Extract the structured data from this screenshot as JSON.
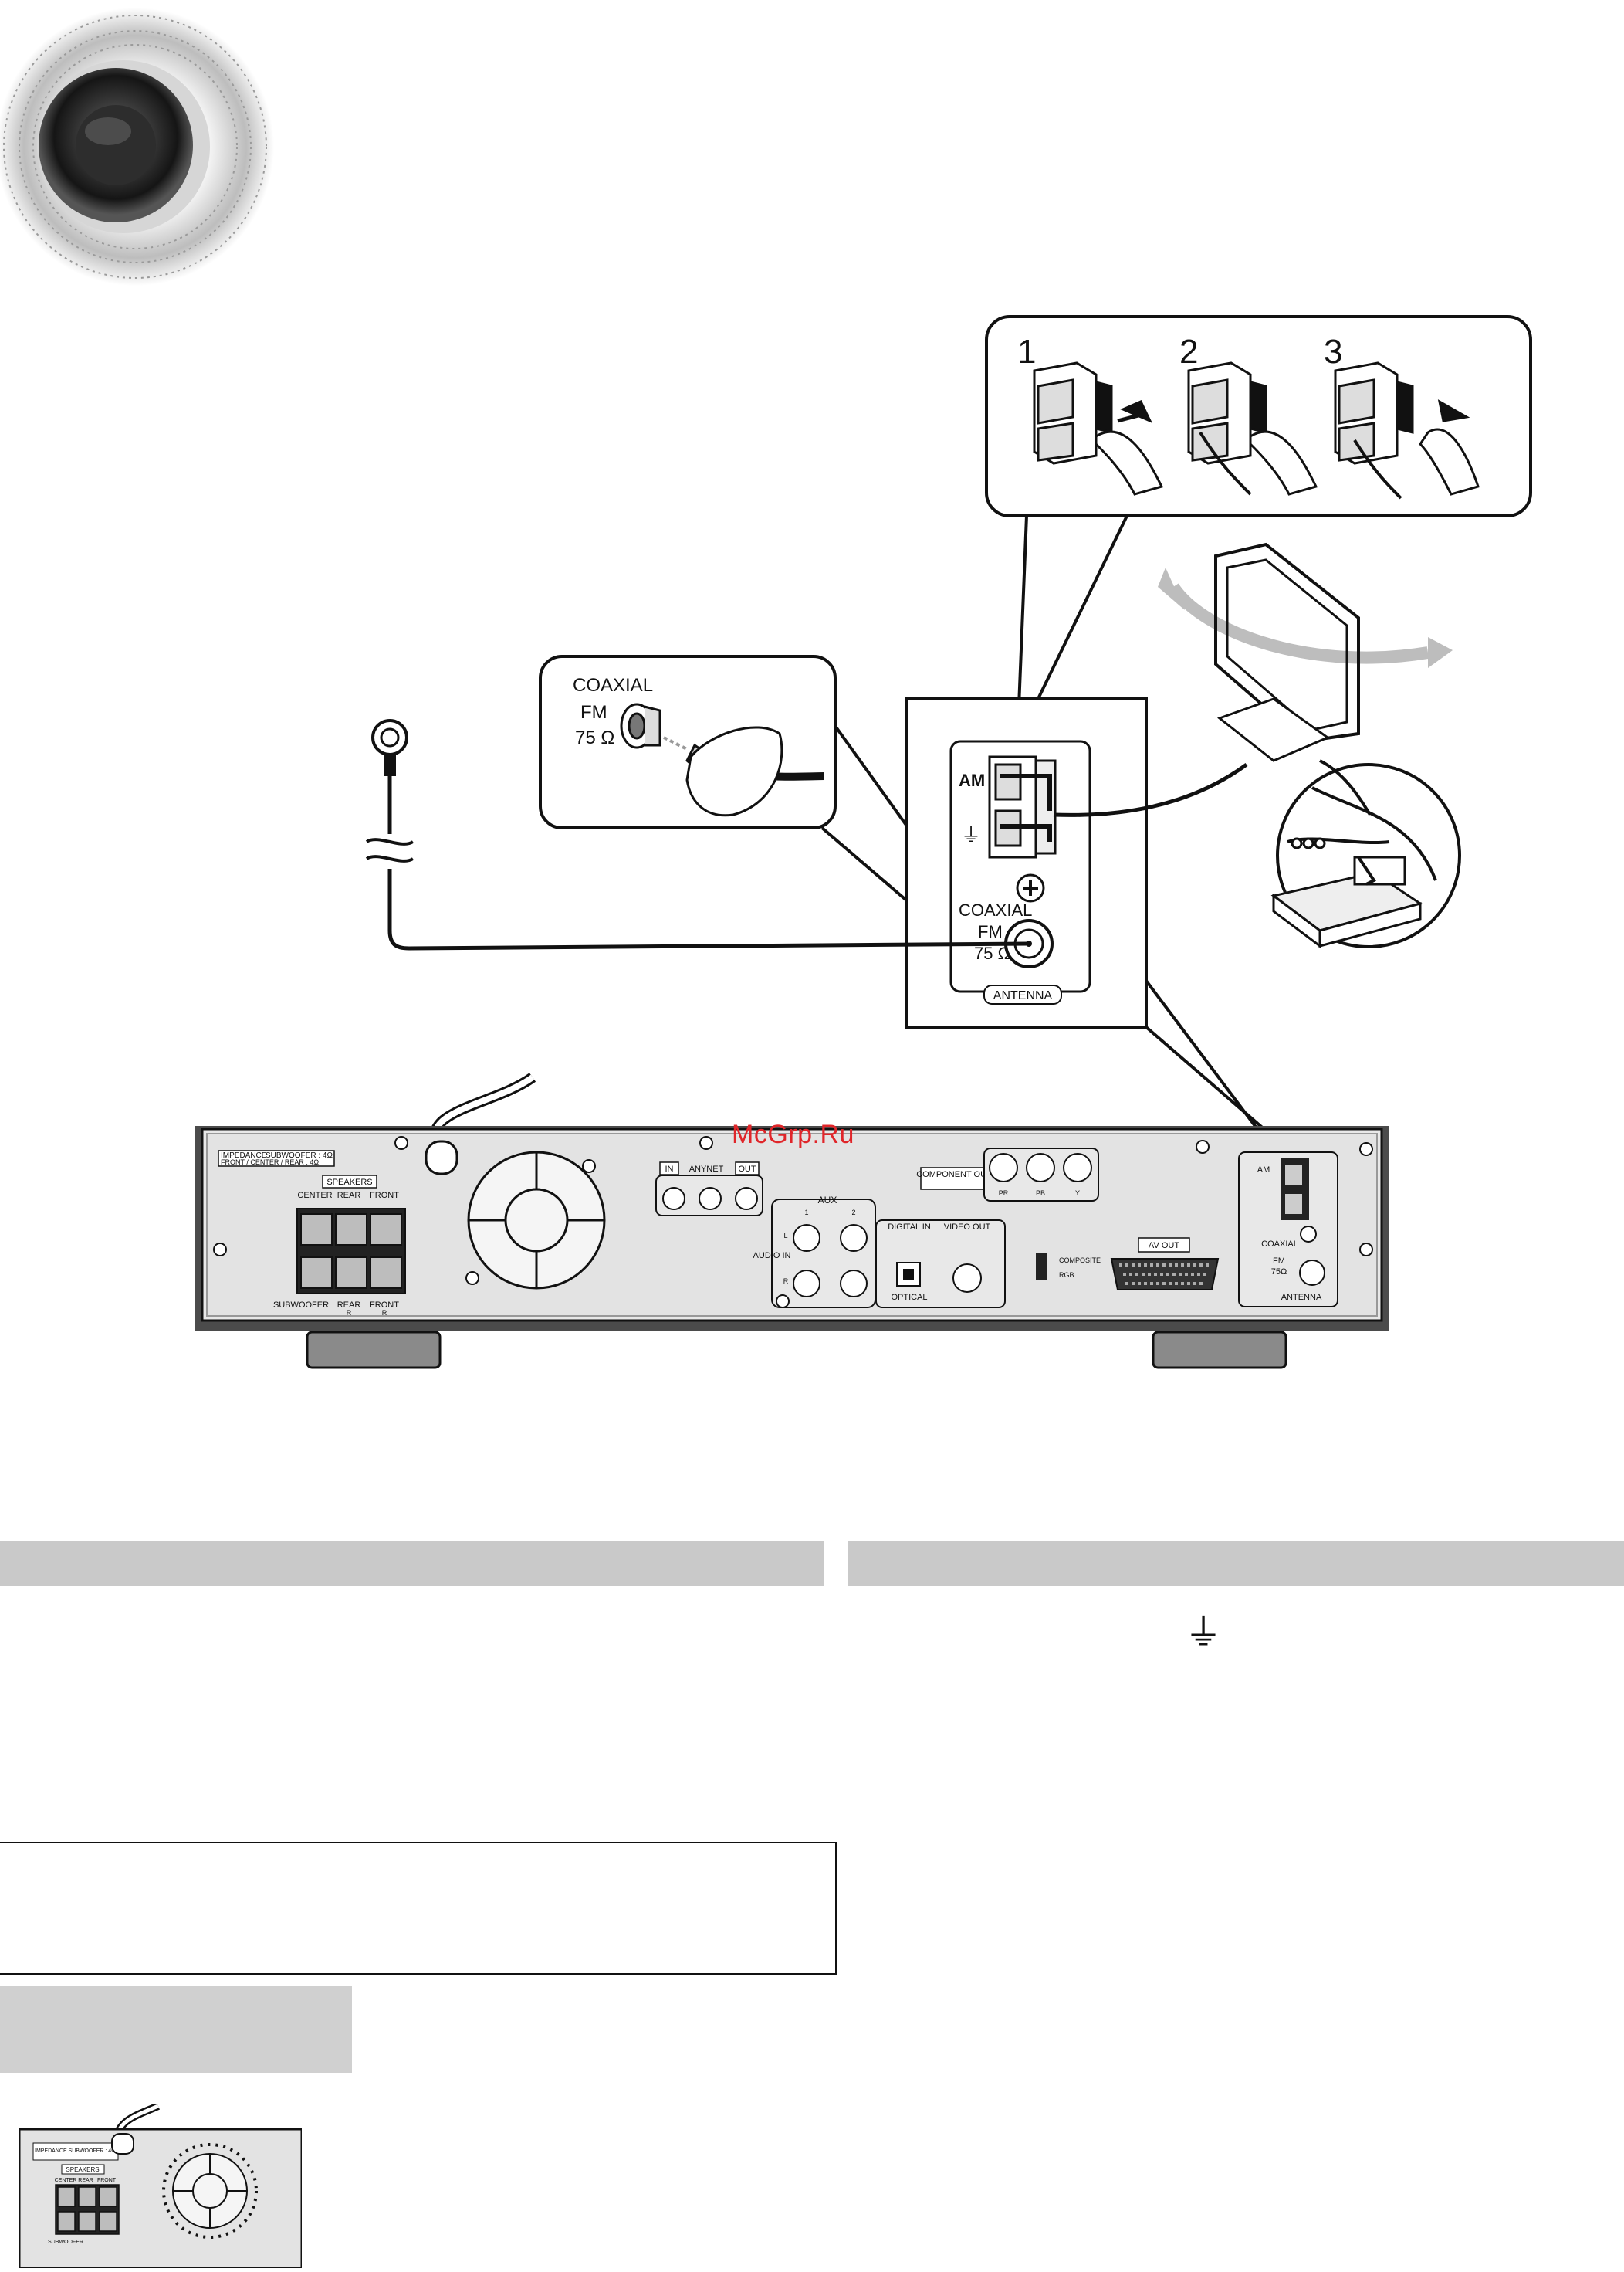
{
  "watermark": "McGrp.Ru",
  "steps": [
    "1",
    "2",
    "3"
  ],
  "coaxial_zoom": {
    "line1": "COAXIAL",
    "line2": "FM",
    "line3": "75 Ω"
  },
  "antenna_panel": {
    "am": "AM",
    "coaxial": "COAXIAL",
    "fm": "FM",
    "ohm": "75 Ω",
    "title": "ANTENNA"
  },
  "ground_symbol": "⏚",
  "rear_panel": {
    "impedance_label": "IMPEDANCE",
    "impedance_sub": "SUBWOOFER : 4Ω",
    "impedance_front": "FRONT / CENTER / REAR : 4Ω",
    "speakers": "SPEAKERS",
    "center": "CENTER",
    "rear": "REAR",
    "front": "FRONT",
    "l": "L",
    "r": "R",
    "subwoofer": "SUBWOOFER",
    "anynet_in": "IN",
    "anynet": "ANYNET",
    "anynet_out": "OUT",
    "aux": "AUX",
    "aux_1": "1",
    "aux_2": "2",
    "audio_in": "AUDIO IN",
    "digital_in": "DIGITAL IN",
    "optical": "OPTICAL",
    "video_out": "VIDEO OUT",
    "component_out": "COMPONENT OUT",
    "pr": "PR",
    "pb": "PB",
    "y": "Y",
    "composite": "COMPOSITE",
    "rgb": "RGB",
    "av_out": "AV OUT",
    "am": "AM",
    "coaxial": "COAXIAL",
    "fm": "FM",
    "ohm": "75Ω",
    "antenna": "ANTENNA"
  },
  "thumb_panel": {
    "impedance": "IMPEDANCE SUBWOOFER : 4Ω",
    "speakers": "SPEAKERS",
    "center": "CENTER",
    "rear": "REAR",
    "front": "FRONT",
    "subwoofer": "SUBWOOFER"
  }
}
